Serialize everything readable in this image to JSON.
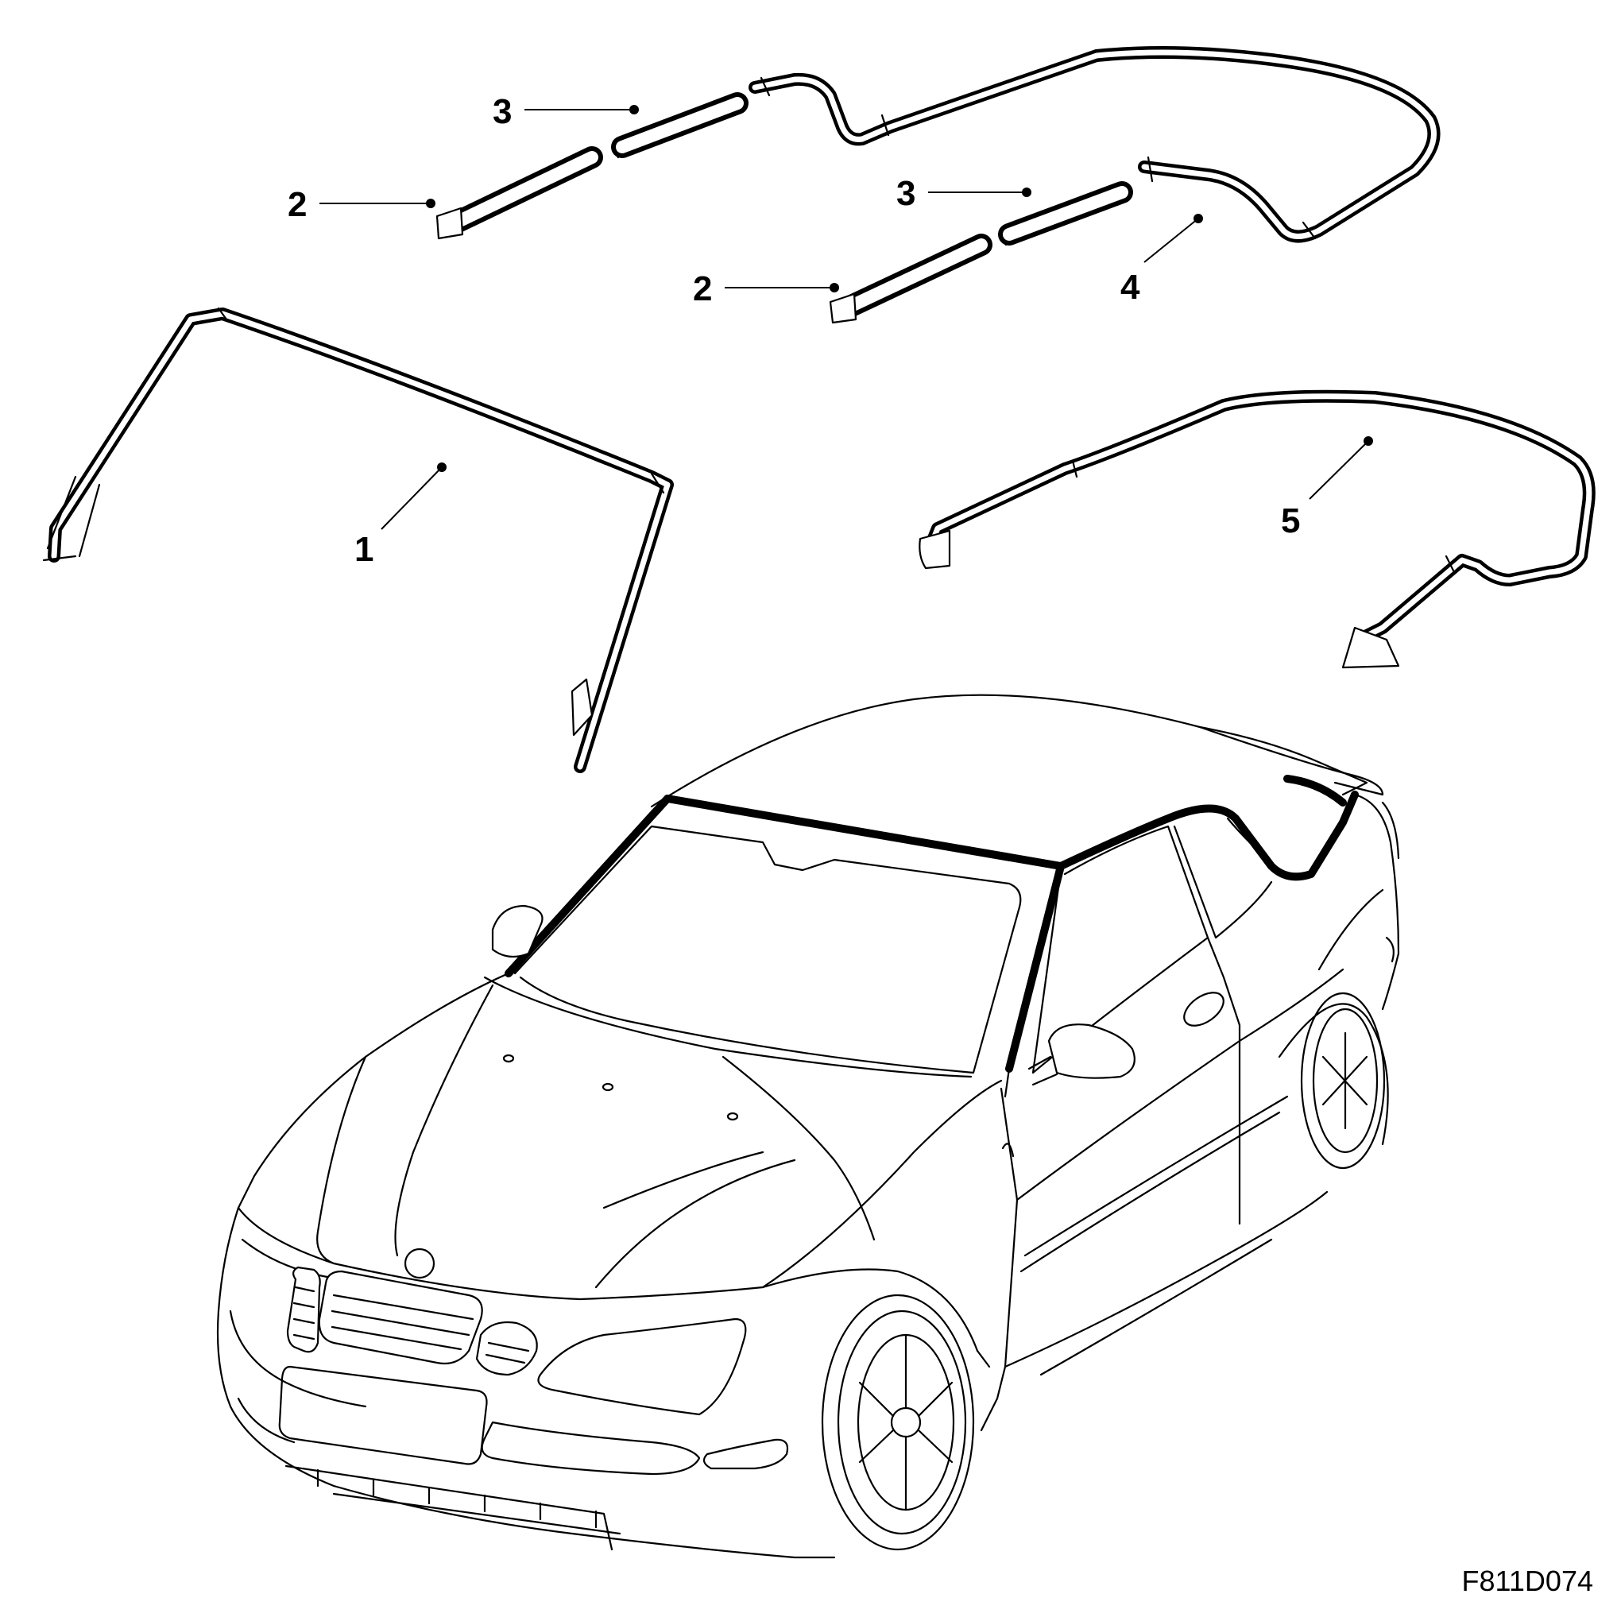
{
  "diagram": {
    "reference_code": "F811D074",
    "callouts": [
      {
        "id": "1",
        "label": "1"
      },
      {
        "id": "2a",
        "label": "2"
      },
      {
        "id": "3a",
        "label": "3"
      },
      {
        "id": "2b",
        "label": "2"
      },
      {
        "id": "3b",
        "label": "3"
      },
      {
        "id": "4",
        "label": "4"
      },
      {
        "id": "5",
        "label": "5"
      }
    ]
  }
}
